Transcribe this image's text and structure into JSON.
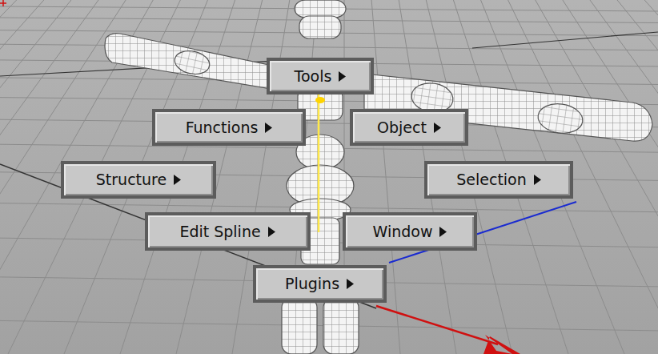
{
  "diagram": {
    "nodes": [
      {
        "text": [
          "Tools"
        ]
      },
      {
        "text": [
          "Functions"
        ]
      },
      {
        "text": [
          "Object"
        ]
      },
      {
        "text": [
          "Structure"
        ]
      },
      {
        "text": [
          "Selection"
        ]
      },
      {
        "text": [
          "Edit Spline"
        ]
      },
      {
        "text": [
          "Window"
        ]
      },
      {
        "text": [
          "Plugins"
        ]
      }
    ]
  }
}
